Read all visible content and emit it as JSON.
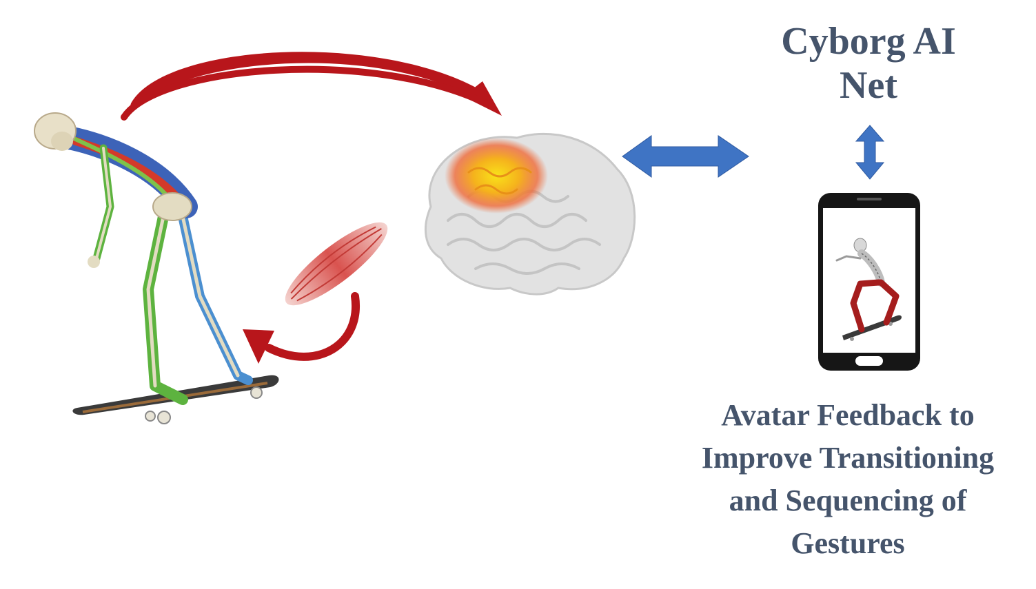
{
  "title_lines": [
    "Cyborg AI",
    "Net"
  ],
  "caption_lines": [
    "Avatar Feedback to",
    "Improve Transitioning",
    "and Sequencing of",
    "Gestures"
  ],
  "colors": {
    "text": "#45546b",
    "loop_arrow": "#b8161b",
    "link_arrow": "#3f74c4",
    "phone_body": "#161616",
    "muscle": "#d9534f",
    "brain_gray": "#dcdcdc",
    "brain_hot": "#f7b21a"
  },
  "icons": [
    "skeleton-skateboarder-icon",
    "muscle-icon",
    "brain-icon",
    "smartphone-icon",
    "avatar-skeleton-icon"
  ]
}
